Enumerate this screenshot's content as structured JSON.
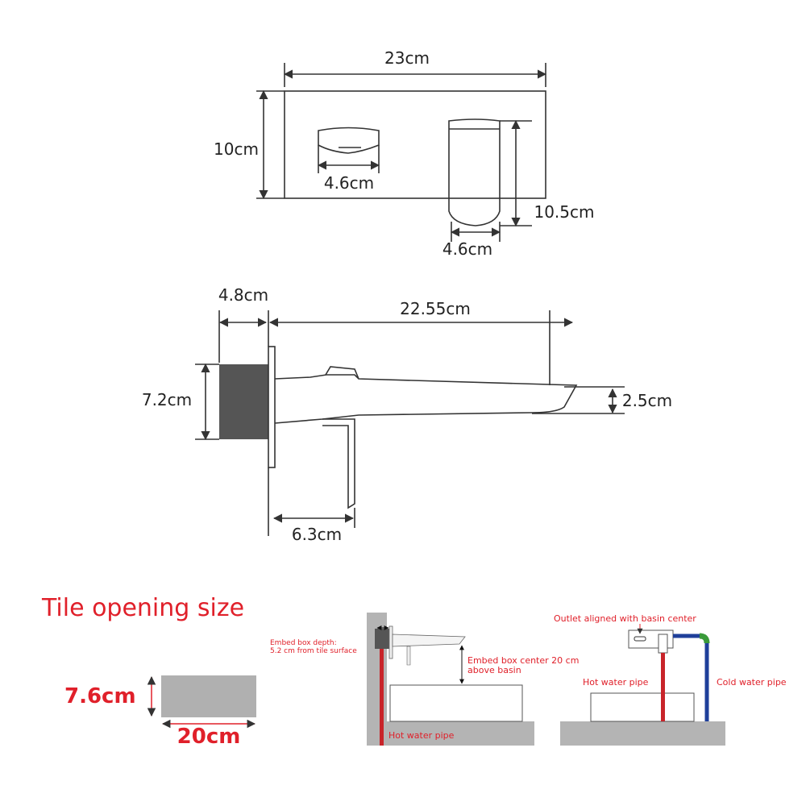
{
  "top_view": {
    "width_label": "23cm",
    "height_label": "10cm",
    "handle_width_label": "4.6cm",
    "spout_height_label": "10.5cm",
    "spout_width_label": "4.6cm"
  },
  "side_view": {
    "box_depth_label": "4.8cm",
    "spout_length_label": "22.55cm",
    "box_height_label": "7.2cm",
    "spout_height_label": "2.5cm",
    "handle_length_label": "6.3cm"
  },
  "tile_opening": {
    "title": "Tile opening size",
    "height_label": "7.6cm",
    "width_label": "20cm"
  },
  "install_side": {
    "depth_label_line1": "Embed box depth:",
    "depth_label_line2": "5.2 cm from tile surface",
    "center_label_line1": "Embed box center 20 cm",
    "center_label_line2": "above basin",
    "hot_pipe_label": "Hot water pipe"
  },
  "install_front": {
    "outlet_label": "Outlet aligned with basin center",
    "hot_pipe_label": "Hot water pipe",
    "cold_pipe_label": "Cold water pipe"
  },
  "colors": {
    "accent_red": "#e0202a",
    "hot_pipe": "#c8242a",
    "cold_pipe": "#1f3f9a",
    "wall_gray": "#b4b4b4"
  }
}
